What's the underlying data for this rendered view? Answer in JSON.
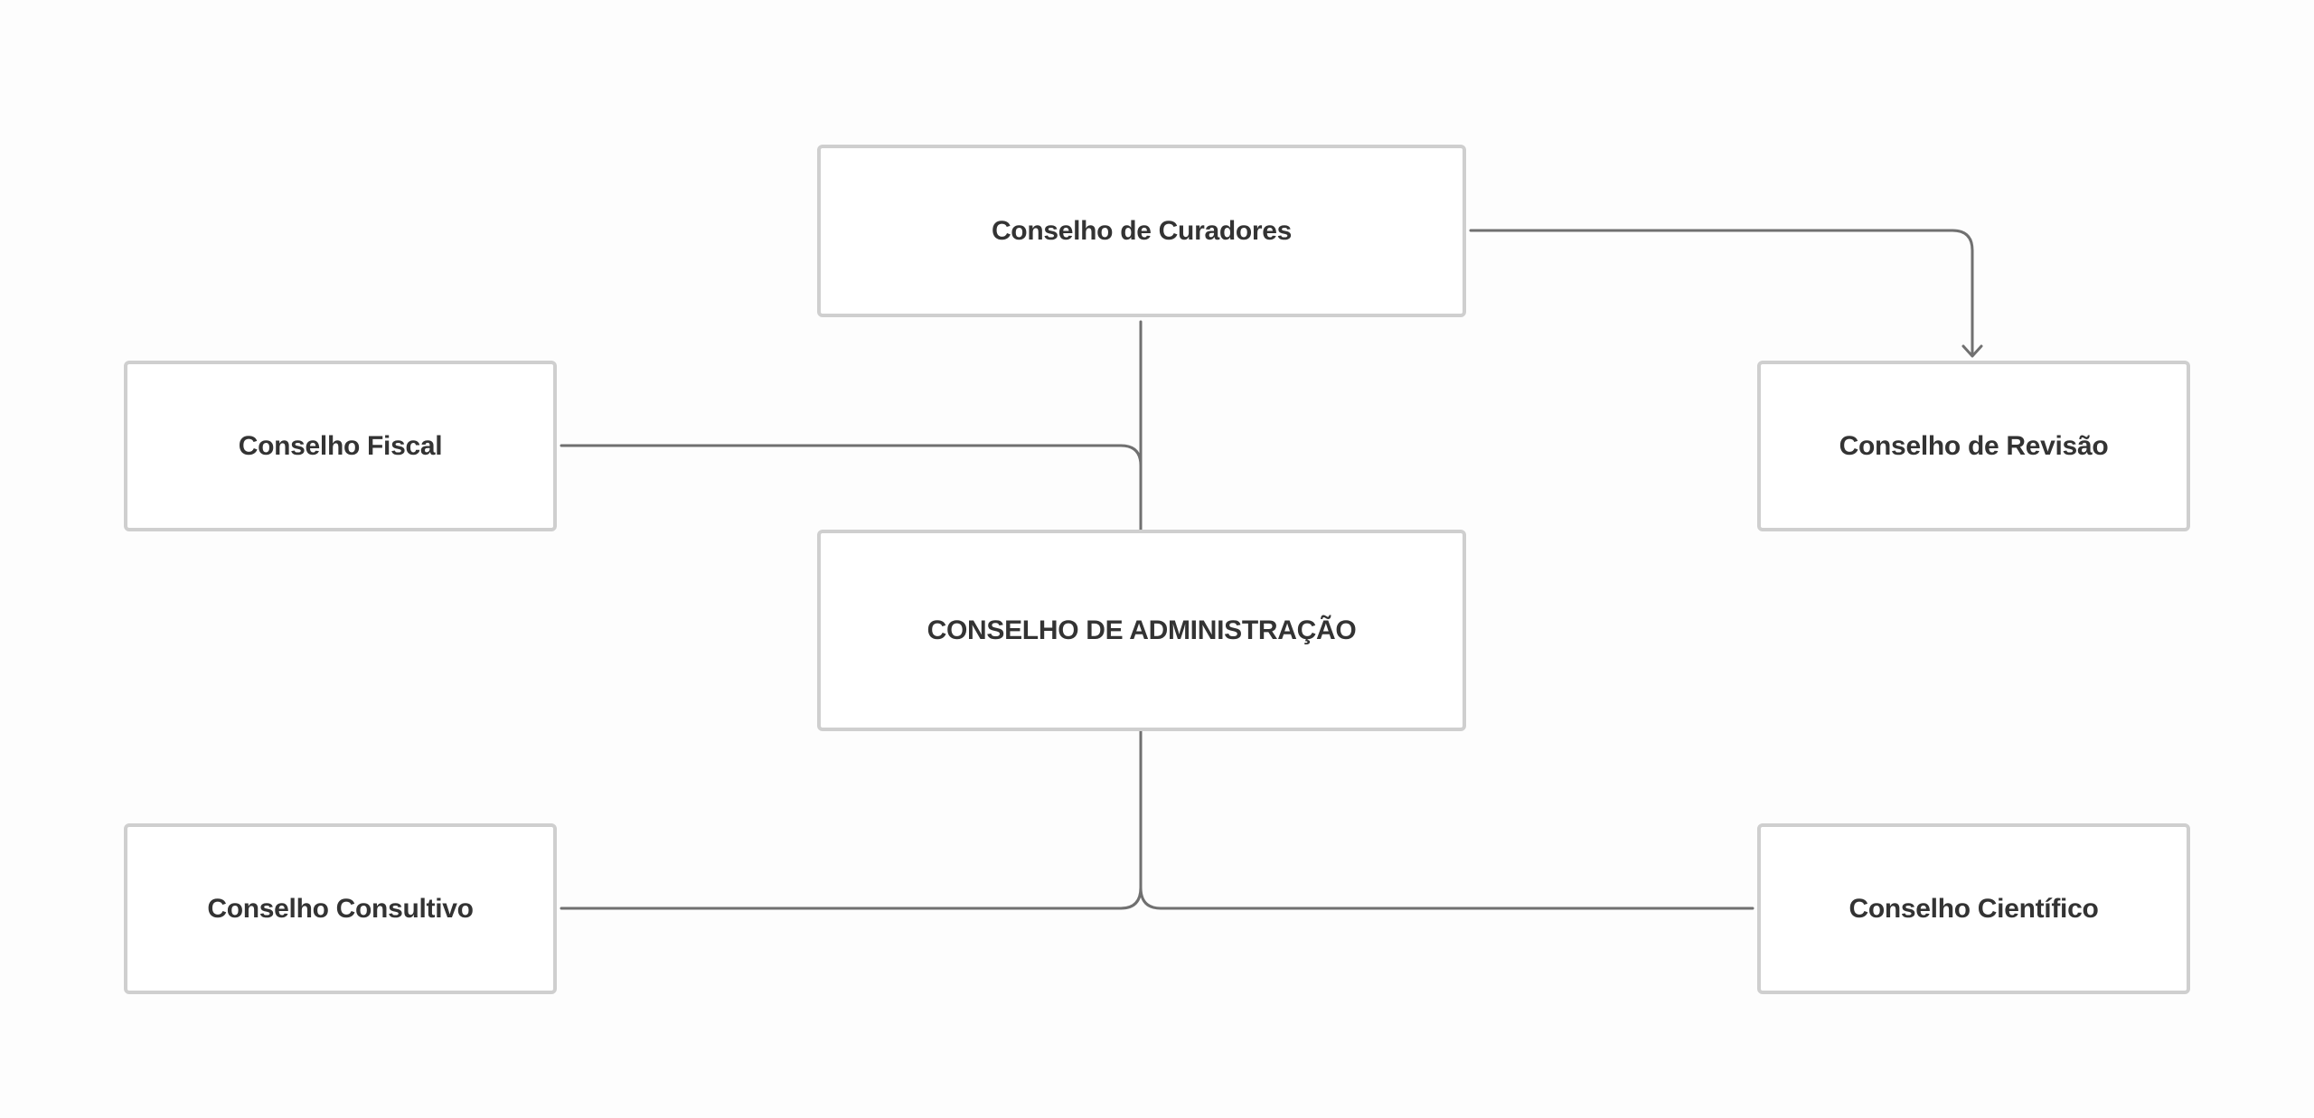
{
  "diagram": {
    "type": "org-chart",
    "nodes": {
      "curadores": {
        "label": "Conselho de Curadores"
      },
      "fiscal": {
        "label": "Conselho Fiscal"
      },
      "revisao": {
        "label": "Conselho de Revisão"
      },
      "administracao": {
        "label": "CONSELHO DE ADMINISTRAÇÃO"
      },
      "consultivo": {
        "label": "Conselho Consultivo"
      },
      "cientifico": {
        "label": "Conselho Científico"
      }
    },
    "edges": [
      {
        "from": "curadores",
        "to": "administracao",
        "style": "line"
      },
      {
        "from": "fiscal",
        "to": "administracao",
        "style": "line"
      },
      {
        "from": "curadores",
        "to": "revisao",
        "style": "arrow"
      },
      {
        "from": "administracao",
        "to": "consultivo",
        "style": "line"
      },
      {
        "from": "administracao",
        "to": "cientifico",
        "style": "line"
      }
    ],
    "colors": {
      "background": "#fdfdfd",
      "node_fill": "#ffffff",
      "node_border": "#cfcfcf",
      "connector": "#707070",
      "text": "#333333"
    }
  }
}
